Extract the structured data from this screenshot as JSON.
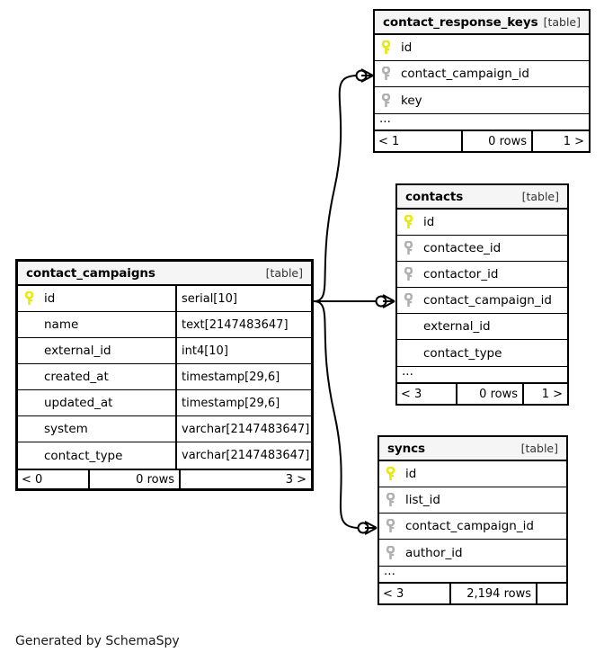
{
  "diagram": {
    "caption": "Generated by SchemaSpy",
    "table_tag": "[table]",
    "ellipsis": "...",
    "colors": {
      "primary_key": "#e8e80d",
      "foreign_key": "#b0b0b0",
      "border": "#000000",
      "header_bg": "#f5f5f5",
      "background": "#ffffff"
    }
  },
  "tables": {
    "contact_response_keys": {
      "name": "contact_response_keys",
      "columns": [
        {
          "name": "id",
          "key": "primary-key-icon",
          "type": ""
        },
        {
          "name": "contact_campaign_id",
          "key": "foreign-key-icon",
          "type": ""
        },
        {
          "name": "key",
          "key": "foreign-key-icon",
          "type": ""
        }
      ],
      "footer": {
        "left": "< 1",
        "middle": "0 rows",
        "right": "1 >"
      }
    },
    "contacts": {
      "name": "contacts",
      "columns": [
        {
          "name": "id",
          "key": "primary-key-icon",
          "type": ""
        },
        {
          "name": "contactee_id",
          "key": "foreign-key-icon",
          "type": ""
        },
        {
          "name": "contactor_id",
          "key": "foreign-key-icon",
          "type": ""
        },
        {
          "name": "contact_campaign_id",
          "key": "foreign-key-icon",
          "type": ""
        },
        {
          "name": "external_id",
          "key": "none",
          "type": ""
        },
        {
          "name": "contact_type",
          "key": "none",
          "type": ""
        }
      ],
      "footer": {
        "left": "< 3",
        "middle": "0 rows",
        "right": "1 >"
      }
    },
    "contact_campaigns": {
      "name": "contact_campaigns",
      "columns": [
        {
          "name": "id",
          "key": "primary-key-icon",
          "type": "serial[10]"
        },
        {
          "name": "name",
          "key": "none",
          "type": "text[2147483647]"
        },
        {
          "name": "external_id",
          "key": "none",
          "type": "int4[10]"
        },
        {
          "name": "created_at",
          "key": "none",
          "type": "timestamp[29,6]"
        },
        {
          "name": "updated_at",
          "key": "none",
          "type": "timestamp[29,6]"
        },
        {
          "name": "system",
          "key": "none",
          "type": "varchar[2147483647]"
        },
        {
          "name": "contact_type",
          "key": "none",
          "type": "varchar[2147483647]"
        }
      ],
      "footer": {
        "left": "< 0",
        "middle": "0 rows",
        "right": "3 >"
      }
    },
    "syncs": {
      "name": "syncs",
      "columns": [
        {
          "name": "id",
          "key": "primary-key-icon",
          "type": ""
        },
        {
          "name": "list_id",
          "key": "foreign-key-icon",
          "type": ""
        },
        {
          "name": "contact_campaign_id",
          "key": "foreign-key-icon",
          "type": ""
        },
        {
          "name": "author_id",
          "key": "foreign-key-icon",
          "type": ""
        }
      ],
      "footer": {
        "left": "< 3",
        "middle": "2,194 rows",
        "right": ""
      }
    }
  }
}
